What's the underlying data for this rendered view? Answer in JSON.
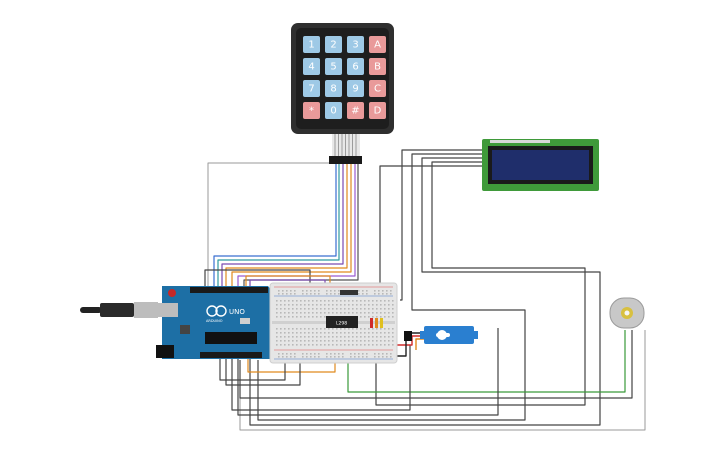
{
  "keypad": {
    "keys": [
      [
        "1",
        "2",
        "3",
        "A"
      ],
      [
        "4",
        "5",
        "6",
        "B"
      ],
      [
        "7",
        "8",
        "9",
        "C"
      ],
      [
        "*",
        "0",
        "#",
        "D"
      ]
    ],
    "colors": {
      "digit": "#9ec9e6",
      "letter": "#e99a9a",
      "body": "#2f2f2f",
      "face": "#1e1e1e"
    }
  },
  "arduino": {
    "brand": "UNO",
    "maker": "ARDUINO",
    "color": "#1d6fa5"
  },
  "chip": {
    "label": "L298"
  },
  "colors": {
    "lcd_board": "#3f9a3a",
    "lcd_screen": "#1f2e6b",
    "servo": "#2a7fd0",
    "wire_gray": "#555555",
    "wire_light": "#9a9a9a",
    "wire_green": "#3a9a3a",
    "wire_red": "#d02a2a",
    "wire_orange": "#e08a1e",
    "wire_yellow": "#e0c020",
    "wire_purple": "#7a4ab0",
    "wire_blue": "#3a6fd0"
  }
}
